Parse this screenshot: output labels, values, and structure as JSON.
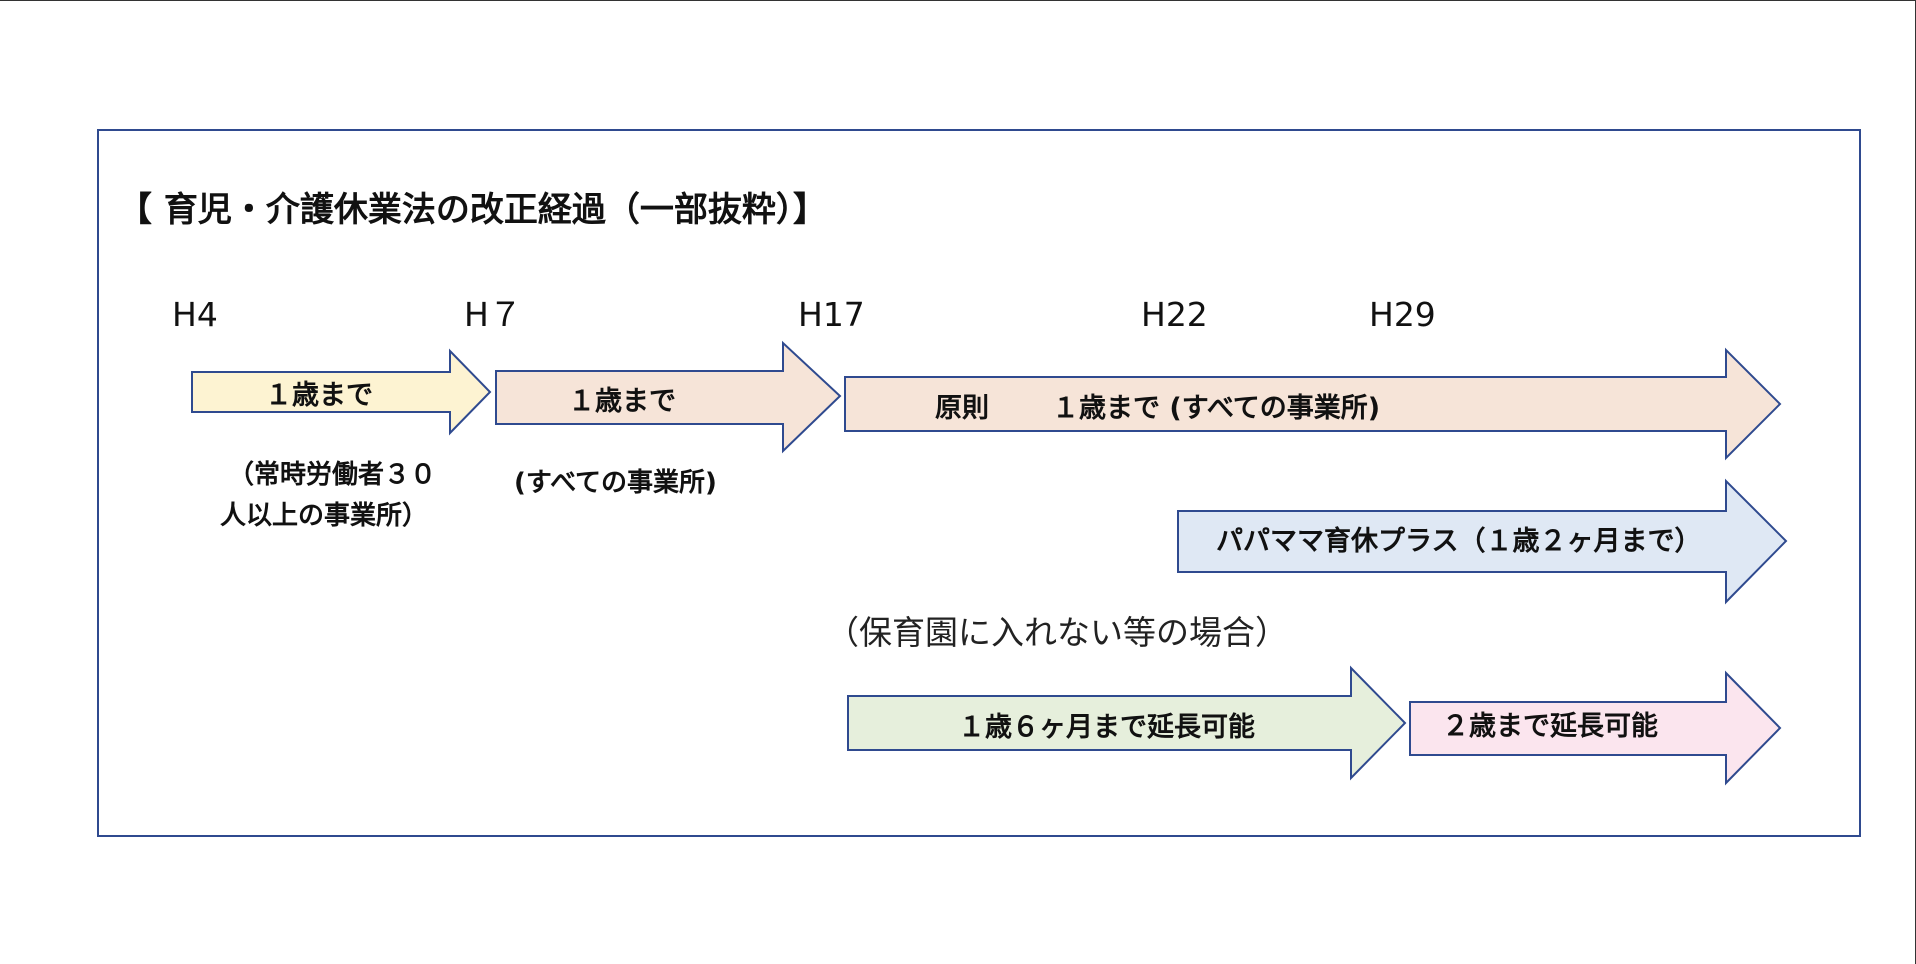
{
  "title": "【 育児・介護休業法の改正経過（一部抜粋）】",
  "eras": [
    "H4",
    "H７",
    "H17",
    "H22",
    "H29"
  ],
  "arrows": {
    "a1": {
      "label": "１歳まで",
      "color": "#fdf3d2"
    },
    "a2": {
      "label": "１歳まで",
      "color": "#f6e4d8"
    },
    "a3": {
      "label_left": "原則",
      "label_right": "１歳まで (すべての事業所)",
      "color": "#f6e4d8"
    },
    "a4": {
      "label": "パパママ育休プラス（１歳２ヶ月まで）",
      "color": "#dfe8f4"
    },
    "a5": {
      "label": "１歳６ヶ月まで延長可能",
      "color": "#e6efdc"
    },
    "a6": {
      "label": "２歳まで延長可能",
      "color": "#fbe5ee"
    }
  },
  "sub_labels": {
    "h4_line1": "（常時労働者３０",
    "h4_line2": "人以上の事業所）",
    "h7": "(すべての事業所)"
  },
  "note": "（保育園に入れない等の場合）",
  "colors": {
    "frame": "#2f4a8f",
    "outline": "#2f4a8f"
  }
}
